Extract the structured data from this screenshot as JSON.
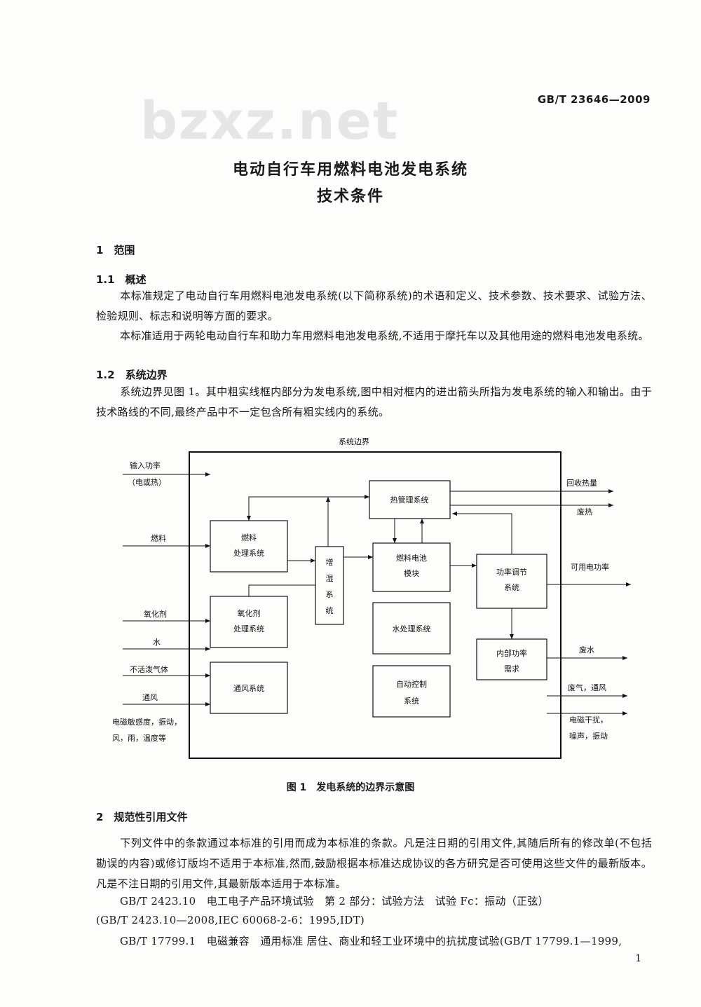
{
  "header": {
    "standard_no": "GB/T 23646—2009",
    "watermark": "bzxz.net"
  },
  "title": {
    "line1": "电动自行车用燃料电池发电系统",
    "line2": "技术条件"
  },
  "sec1": {
    "heading": "1　范围",
    "s11_heading": "1.1　概述",
    "s11_p1": "本标准规定了电动自行车用燃料电池发电系统(以下简称系统)的术语和定义、技术参数、技术要求、试验方法、检验规则、标志和说明等方面的要求。",
    "s11_p2": "本标准适用于两轮电动自行车和助力车用燃料电池发电系统,不适用于摩托车以及其他用途的燃料电池发电系统。",
    "s12_heading": "1.2　系统边界",
    "s12_p1": "系统边界见图 1。其中粗实线框内部分为发电系统,图中相对框内的进出箭头所指为发电系统的输入和输出。由于技术路线的不同,最终产品中不一定包含所有粗实线内的系统。"
  },
  "figure": {
    "boundary_label": "系统边界",
    "caption": "图 1　发电系统的边界示意图",
    "inputs": {
      "power_1": "输入功率",
      "power_2": "（电或热）",
      "fuel": "燃料",
      "oxidant": "氧化剂",
      "water": "水",
      "inert_gas": "不活泼气体",
      "ventilation": "通风",
      "env_1": "电磁敏感度，振动，",
      "env_2": "风，雨，温度等"
    },
    "outputs": {
      "heat_recovery": "回收热量",
      "waste_heat": "废热",
      "usable_power": "可用电功率",
      "waste_water": "废水",
      "exhaust": "废气，通风",
      "emi_1": "电磁干扰，",
      "emi_2": "噪声，振动"
    },
    "blocks": {
      "fuel_proc_1": "燃料",
      "fuel_proc_2": "处理系统",
      "oxidant_proc_1": "氧化剂",
      "oxidant_proc_2": "处理系统",
      "vent_sys": "通风系统",
      "humid_1": "增",
      "humid_2": "湿",
      "humid_3": "系",
      "humid_4": "统",
      "thermal": "热管理系统",
      "fc_module_1": "燃料电池",
      "fc_module_2": "模块",
      "water_proc": "水处理系统",
      "auto_ctrl_1": "自动控制",
      "auto_ctrl_2": "系统",
      "power_cond_1": "功率调节",
      "power_cond_2": "系统",
      "internal_1": "内部功率",
      "internal_2": "需求"
    }
  },
  "sec2": {
    "heading": "2　规范性引用文件",
    "p1": "下列文件中的条款通过本标准的引用而成为本标准的条款。凡是注日期的引用文件,其随后所有的修改单(不包括勘误的内容)或修订版均不适用于本标准,然而,鼓励根据本标准达成协议的各方研究是否可使用这些文件的最新版本。凡是不注日期的引用文件,其最新版本适用于本标准。",
    "ref1_a": "GB/T 2423.10　电工电子产品环境试验　第 2 部分：试验方法　试验 Fc：振动（正弦）",
    "ref1_b": "(GB/T 2423.10—2008,IEC 60068-2-6：1995,IDT)",
    "ref2": "GB/T 17799.1　电磁兼容　通用标准 居住、商业和轻工业环境中的抗扰度试验(GB/T 17799.1—1999,"
  },
  "page_number": "1"
}
